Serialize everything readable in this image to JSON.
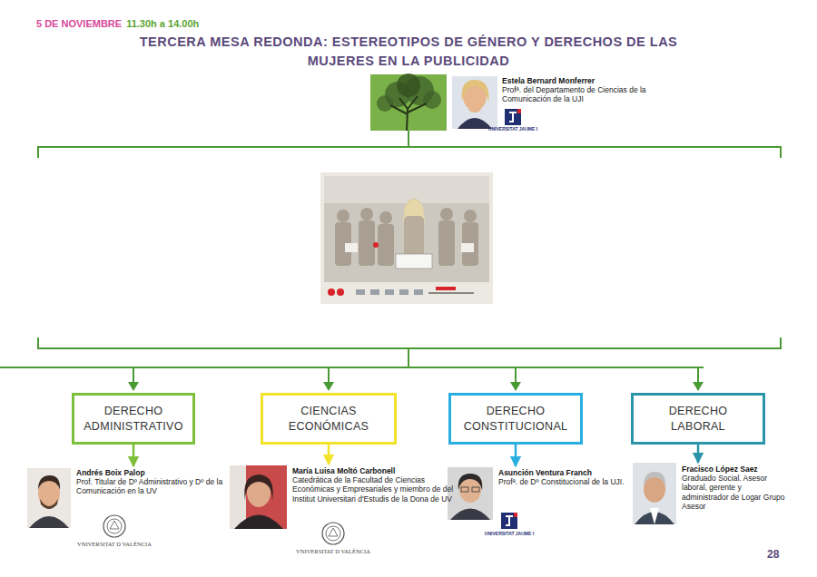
{
  "diagram": {
    "title": "TERCERA MESA REDONDA: ESTEREOTIPOS DE GÉNERO Y DERECHOS DE LAS MUJERES EN LA PUBLICIDAD",
    "nodes": [
      {
        "text": [
          "Estela Bernard Monferrer",
          "Profª. del Departamento de Ciencias de la Comunicación de la UJI"
        ]
      },
      {
        "text": [
          "DERECHO ADMINISTRATIVO"
        ]
      },
      {
        "text": [
          "CIENCIAS ECONÓMICAS"
        ]
      },
      {
        "text": [
          "DERECHO CONSTITUCIONAL"
        ]
      },
      {
        "text": [
          "DERECHO LABORAL"
        ]
      },
      {
        "text": [
          "Andrés Boix Palop",
          "Prof. Titular de Dº Administrativo y Dº de la Comunicación en la UV"
        ]
      },
      {
        "text": [
          "María Luisa Moltó Carbonell",
          "Catedrática de la Facultad de Ciencias Económicas y Empresariales y miembro de del Institut Universitari d'Estudis de la Dona de UV"
        ]
      },
      {
        "text": [
          "Asunción Ventura Franch",
          "Profª. de Dº Constitucional de la UJI."
        ]
      },
      {
        "text": [
          "Fracisco López Saez",
          "Graduado Social. Asesor laboral, gerente y administrador de Logar Grupo Asesor"
        ]
      }
    ],
    "edges": [
      {
        "from": 1,
        "to": 5,
        "arrow": "to"
      },
      {
        "from": 2,
        "to": 6,
        "arrow": "to"
      },
      {
        "from": 3,
        "to": 7,
        "arrow": "to"
      },
      {
        "from": 4,
        "to": 8,
        "arrow": "to"
      }
    ],
    "labels": [
      "5 DE NOVIEMBRE",
      "11.30h a 14.00h",
      "UNIVERSITAT JAUME I",
      "VNIVERSITAT D VALÈNCIA",
      "VNIVERSITAT D VALÈNCIA",
      "UNIVERSITAT JAUME I",
      "28"
    ]
  }
}
